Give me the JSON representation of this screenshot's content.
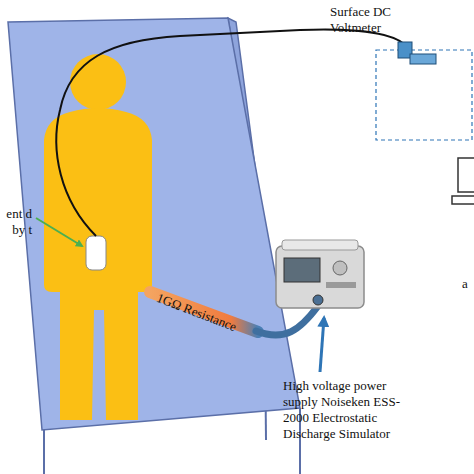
{
  "diagram": {
    "labels": [
      "ent d by t",
      "Surface DC Voltmeter",
      "1GΩ Resistance",
      "High voltage power supply Noiseken ESS-2000 Electrostatic Discharge Simulator",
      "a"
    ]
  }
}
